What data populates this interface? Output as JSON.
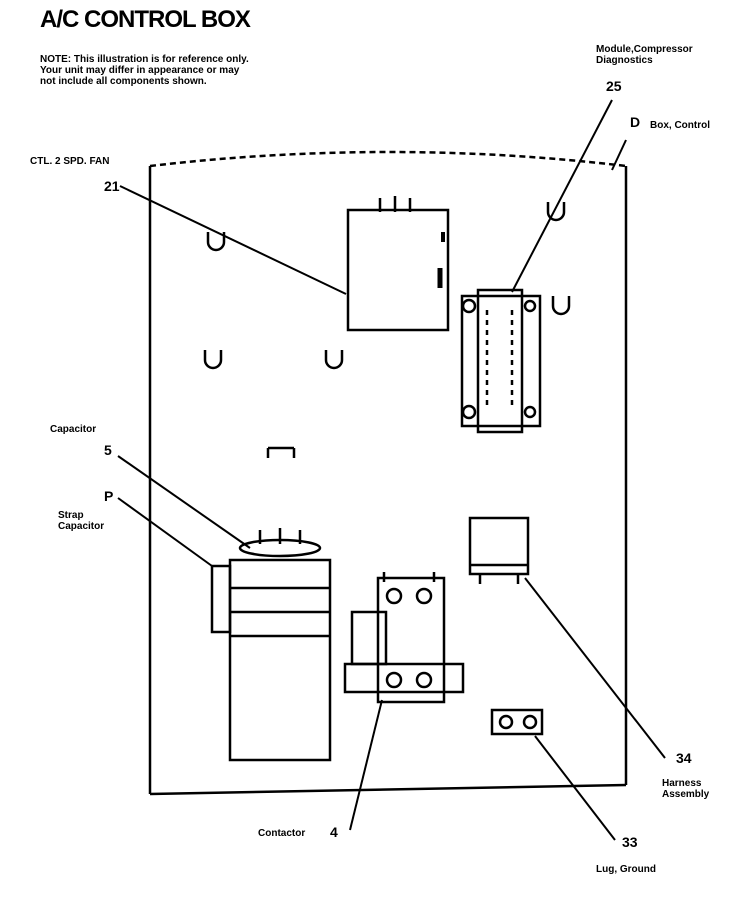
{
  "title": "A/C CONTROL BOX",
  "note": "NOTE: This illustration is for reference only. Your unit may differ in appearance or may not include all components shown.",
  "callouts": {
    "module_compressor_diagnostics": {
      "number": "25",
      "label_line1": "Module,Compressor",
      "label_line2": "Diagnostics"
    },
    "box_control": {
      "number": "D",
      "label": "Box, Control"
    },
    "ctl_2_spd_fan": {
      "number": "21",
      "label": "CTL. 2 SPD. FAN"
    },
    "capacitor": {
      "number": "5",
      "label": "Capacitor"
    },
    "strap_capacitor": {
      "number": "P",
      "label_line1": "Strap",
      "label_line2": "Capacitor"
    },
    "contactor": {
      "number": "4",
      "label": "Contactor"
    },
    "harness_assembly": {
      "number": "34",
      "label_line1": "Harness",
      "label_line2": "Assembly"
    },
    "lug_ground": {
      "number": "33",
      "label": "Lug, Ground"
    }
  }
}
